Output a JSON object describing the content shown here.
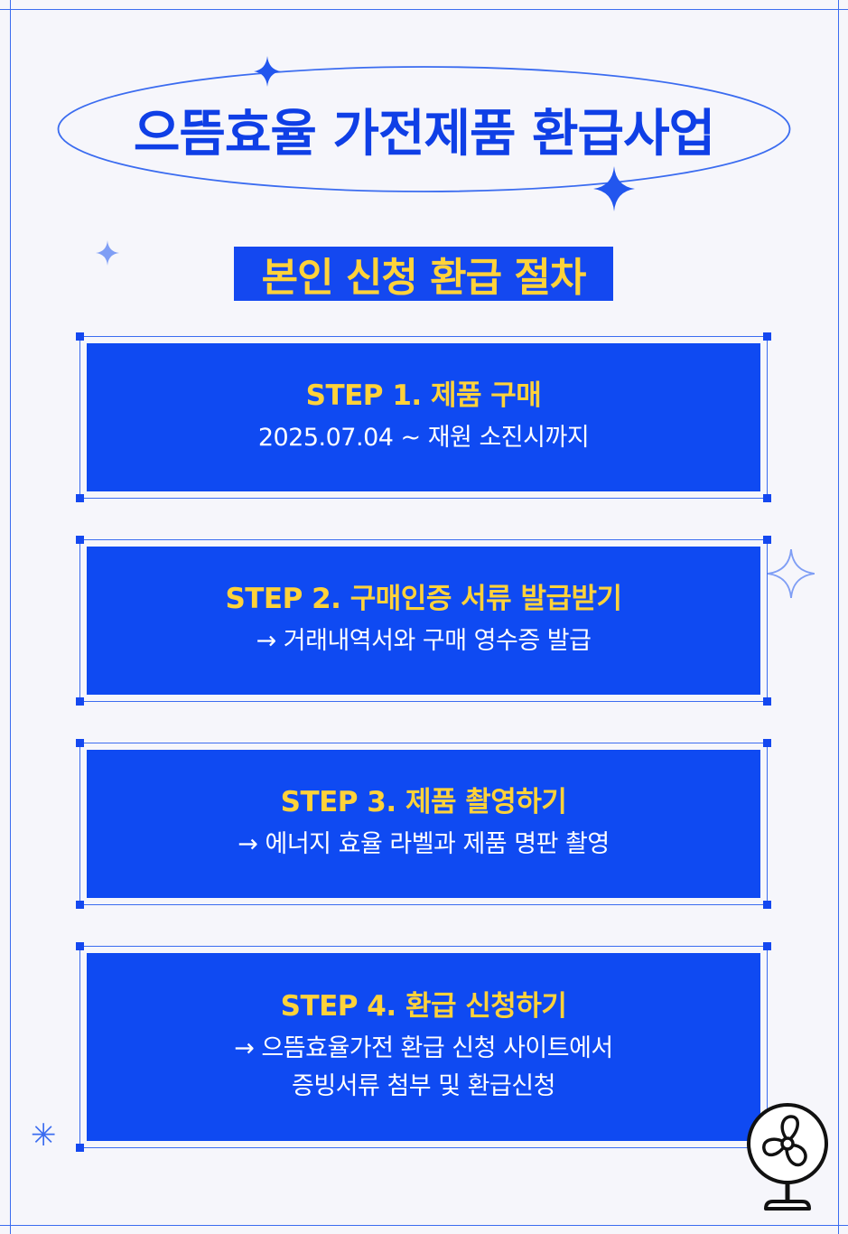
{
  "header": {
    "title": "으뜸효율 가전제품 환급사업",
    "subtitle": "본인 신청 환급 절차"
  },
  "steps": [
    {
      "title": "STEP 1. 제품 구매",
      "lines": [
        "2025.07.04 ~ 재원 소진시까지"
      ]
    },
    {
      "title": "STEP 2. 구매인증 서류 발급받기",
      "lines": [
        "→ 거래내역서와 구매 영수증 발급"
      ]
    },
    {
      "title": "STEP 3. 제품 촬영하기",
      "lines": [
        "→ 에너지 효율 라벨과 제품 명판 촬영"
      ]
    },
    {
      "title": "STEP 4. 환급 신청하기",
      "lines": [
        "→ 으뜸효율가전 환급 신청 사이트에서",
        "증빙서류 첨부 및 환급신청"
      ]
    }
  ],
  "decor": {
    "asterisk": "✳",
    "icons": [
      "sparkle-icon",
      "fan-icon",
      "asterisk-icon"
    ]
  },
  "colors": {
    "primary_blue": "#0f4af2",
    "title_blue": "#0f3fe6",
    "accent_yellow": "#ffd23a",
    "line_blue": "#3b6cf0",
    "background": "#f6f6fb"
  }
}
